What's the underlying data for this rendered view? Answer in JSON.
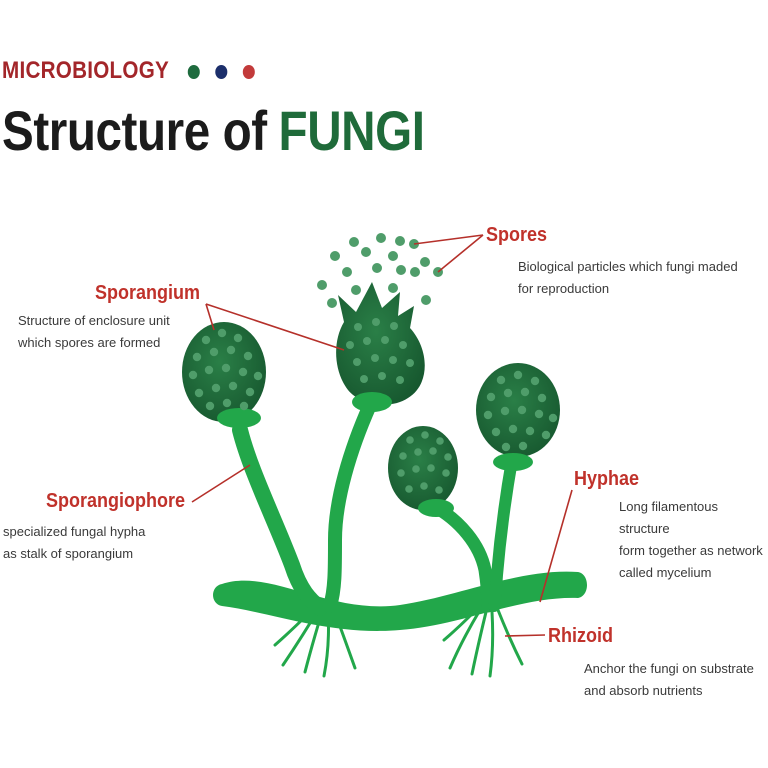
{
  "header": {
    "kicker": "MICROBIOLOGY",
    "title_main": "Structure of",
    "title_accent": "FUNGI"
  },
  "colors": {
    "kicker": "#a3262a",
    "label": "#c0322b",
    "accent": "#1f6b3a",
    "dot_green": "#1e6b3e",
    "dot_navy": "#1c2f6b",
    "dot_red": "#c23a3a",
    "bright_green": "#22a74a",
    "dark_green": "#1d6b3b",
    "spore": "#4f9d6a"
  },
  "labels": {
    "spores": {
      "title": "Spores",
      "desc": "Biological particles which fungi maded\nfor reproduction"
    },
    "sporangium": {
      "title": "Sporangium",
      "desc": "Structure of enclosure unit\nwhich spores are formed"
    },
    "sporangiophore": {
      "title": "Sporangiophore",
      "desc": "specialized fungal hypha\nas stalk of sporangium"
    },
    "hyphae": {
      "title": "Hyphae",
      "desc": "Long filamentous structure\nform together as network\ncalled mycelium"
    },
    "rhizoid": {
      "title": "Rhizoid",
      "desc": "Anchor the fungi on substrate\nand absorb nutrients"
    }
  }
}
